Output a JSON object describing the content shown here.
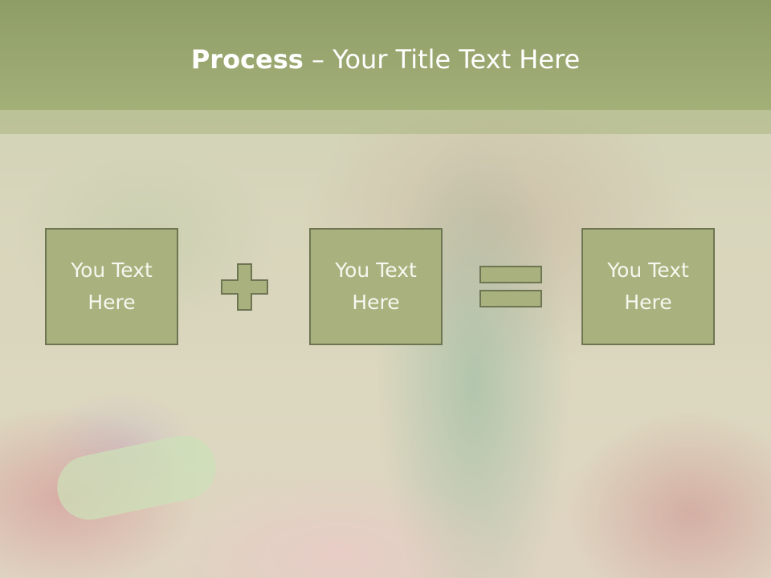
{
  "title": {
    "bold": "Process",
    "rest": " – Your Title Text Here"
  },
  "boxes": [
    {
      "text": "You Text Here"
    },
    {
      "text": "You Text Here"
    },
    {
      "text": "You Text Here"
    }
  ],
  "icons": {
    "operator_1": "plus-icon",
    "operator_2": "equals-icon"
  },
  "colors": {
    "title_bar": "#9aa76d",
    "box_fill": "#a9b17e",
    "box_border": "#6e7552",
    "text": "#ffffff"
  }
}
